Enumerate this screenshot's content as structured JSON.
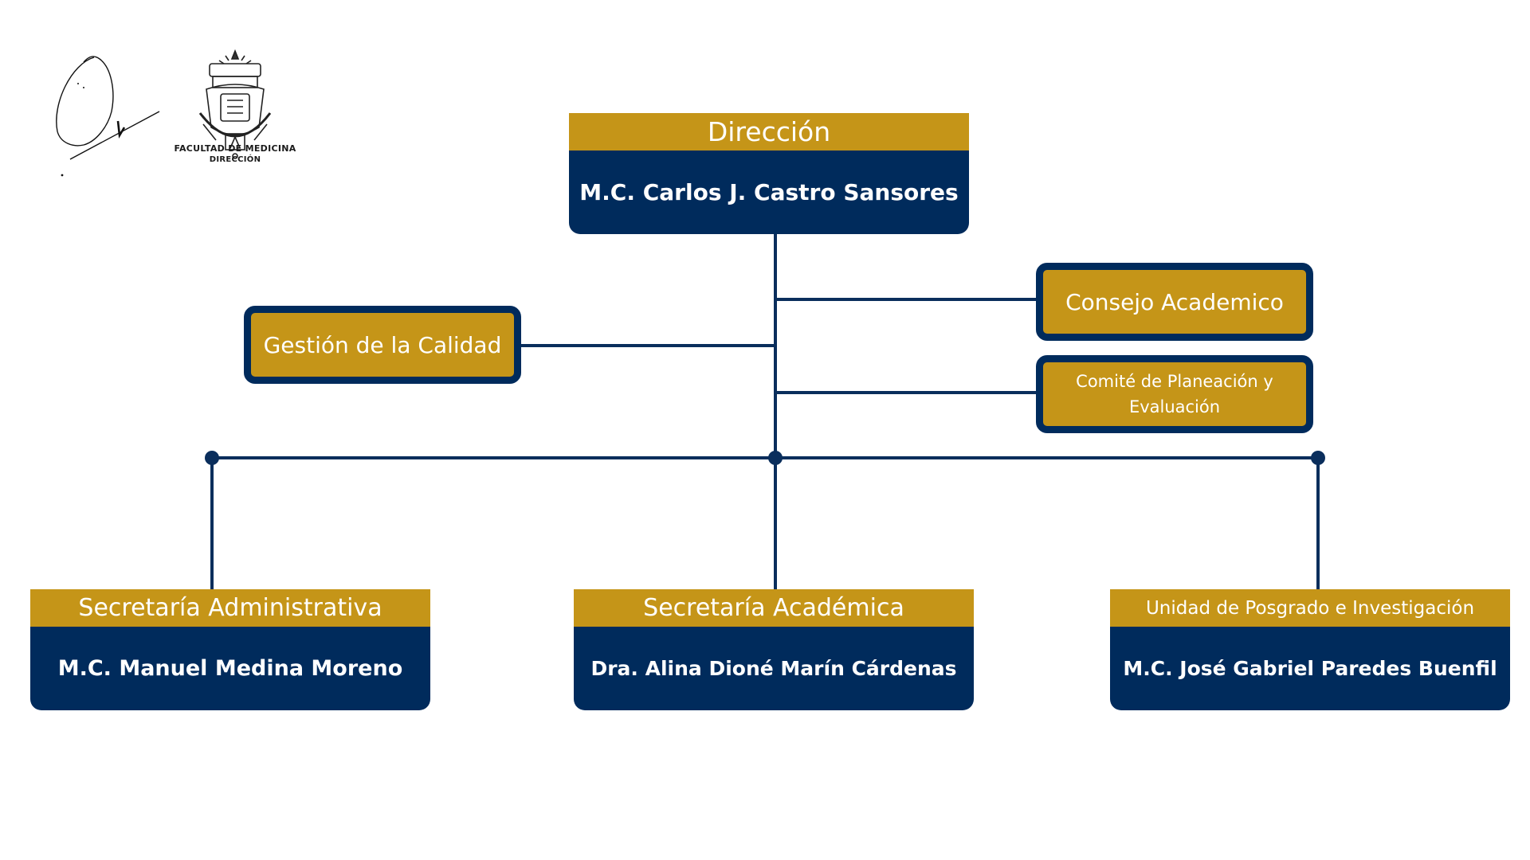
{
  "header": {
    "seal_caption_line1": "FACULTAD DE MEDICINA",
    "seal_caption_line2": "DIRECCIÓN"
  },
  "direccion": {
    "title": "Dirección",
    "name": "M.C. Carlos J. Castro Sansores"
  },
  "side_units": {
    "gestion": "Gestión de la Calidad",
    "consejo": "Consejo Academico",
    "comite_line1": "Comité de Planeación y",
    "comite_line2": "Evaluación"
  },
  "secretarias": [
    {
      "title": "Secretaría Administrativa",
      "name": "M.C. Manuel Medina Moreno"
    },
    {
      "title": "Secretaría Académica",
      "name": "Dra. Alina Dioné Marín Cárdenas"
    },
    {
      "title": "Unidad de Posgrado e Investigación",
      "name": "M.C. José Gabriel Paredes Buenfil"
    }
  ],
  "colors": {
    "navy": "#002b5c",
    "gold": "#c59518",
    "text_on_dark": "#ffffff"
  }
}
